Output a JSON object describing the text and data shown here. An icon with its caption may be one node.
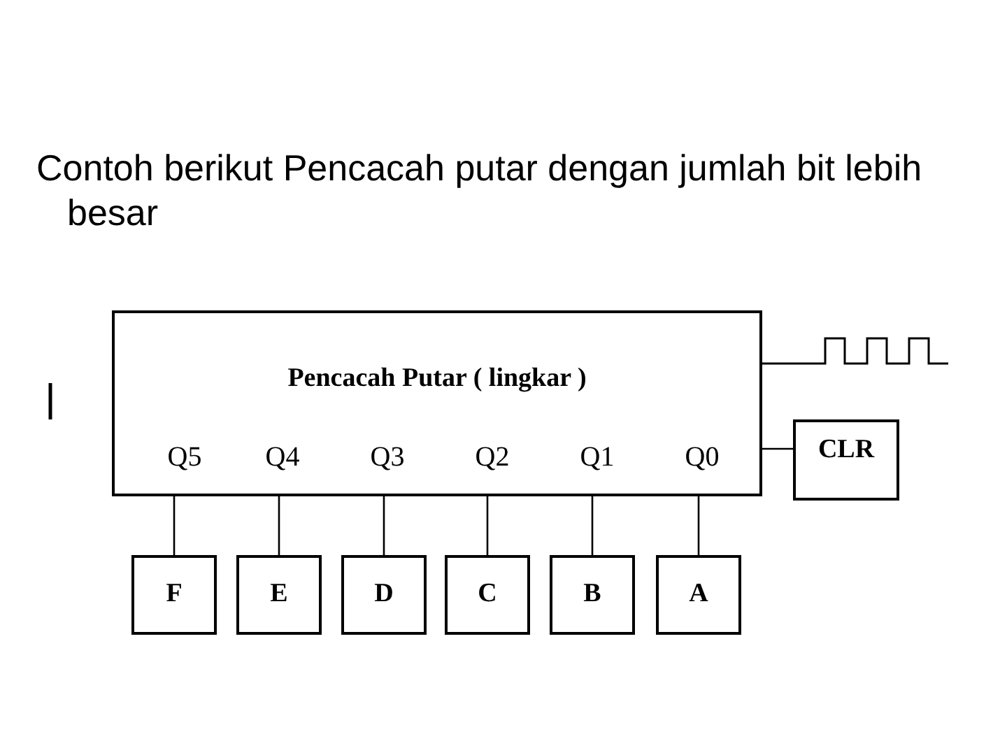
{
  "diagram": {
    "title": "Contoh berikut Pencacah putar dengan jumlah bit lebih besar",
    "nodes": [
      {
        "text": [
          "Pencacah Putar ( lingkar )",
          "Q5",
          "Q4",
          "Q3",
          "Q2",
          "Q1",
          "Q0"
        ]
      },
      {
        "text": [
          "F"
        ]
      },
      {
        "text": [
          "E"
        ]
      },
      {
        "text": [
          "D"
        ]
      },
      {
        "text": [
          "C"
        ]
      },
      {
        "text": [
          "B"
        ]
      },
      {
        "text": [
          "A"
        ]
      },
      {
        "text": [
          "CLR"
        ]
      }
    ],
    "edges": [
      {
        "from": 0,
        "to": 1,
        "arrow": "none"
      },
      {
        "from": 0,
        "to": 2,
        "arrow": "none"
      },
      {
        "from": 0,
        "to": 3,
        "arrow": "none"
      },
      {
        "from": 0,
        "to": 4,
        "arrow": "none"
      },
      {
        "from": 0,
        "to": 5,
        "arrow": "none"
      },
      {
        "from": 0,
        "to": 6,
        "arrow": "none"
      },
      {
        "from": 0,
        "to": 7,
        "arrow": "none"
      }
    ]
  }
}
